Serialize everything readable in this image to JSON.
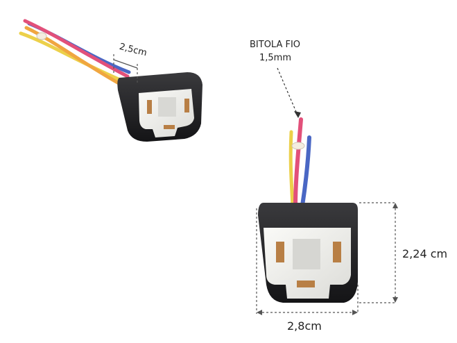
{
  "annotations": {
    "wire_gauge_title": "BITOLA FIO",
    "wire_gauge_value": "1,5mm",
    "top_depth": "2,5cm",
    "height": "2,24 cm",
    "width": "2,8cm"
  },
  "colors": {
    "housing": "#1c1c1e",
    "insert": "#efefec",
    "terminal": "#b87f45",
    "wire_red": "#e2507a",
    "wire_blue": "#4a67c4",
    "wire_orange": "#f0a640",
    "wire_yellow": "#ecd04a",
    "dimension_line": "#555555"
  }
}
